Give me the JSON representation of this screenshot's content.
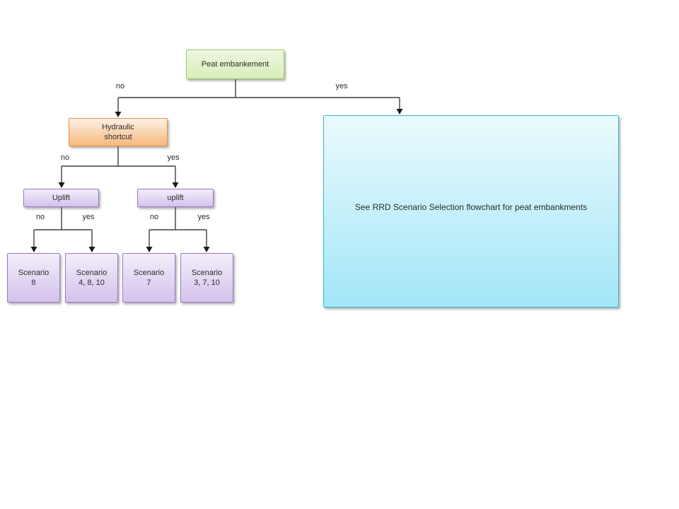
{
  "diagram": {
    "type": "decision-flowchart",
    "nodes": {
      "peat_embankment": {
        "label": "Peat embankement"
      },
      "hydraulic_shortcut": {
        "label": "Hydraulic\nshortcut"
      },
      "uplift_left": {
        "label": "Uplift"
      },
      "uplift_right": {
        "label": "uplift"
      },
      "scenario_8": {
        "label": "Scenario\n8"
      },
      "scenario_4_8_10": {
        "label": "Scenario\n4, 8, 10"
      },
      "scenario_7": {
        "label": "Scenario\n7"
      },
      "scenario_3_7_10": {
        "label": "Scenario\n3, 7, 10"
      },
      "see_rrd": {
        "label": "See RRD Scenario Selection flowchart for peat embankments"
      }
    },
    "edges": [
      {
        "from": "peat_embankment",
        "to": "hydraulic_shortcut",
        "label": "no"
      },
      {
        "from": "peat_embankment",
        "to": "see_rrd",
        "label": "yes"
      },
      {
        "from": "hydraulic_shortcut",
        "to": "uplift_left",
        "label": "no"
      },
      {
        "from": "hydraulic_shortcut",
        "to": "uplift_right",
        "label": "yes"
      },
      {
        "from": "uplift_left",
        "to": "scenario_8",
        "label": "no"
      },
      {
        "from": "uplift_left",
        "to": "scenario_4_8_10",
        "label": "yes"
      },
      {
        "from": "uplift_right",
        "to": "scenario_7",
        "label": "no"
      },
      {
        "from": "uplift_right",
        "to": "scenario_3_7_10",
        "label": "yes"
      }
    ],
    "edge_labels": {
      "peat_no": "no",
      "peat_yes": "yes",
      "hydraulic_no": "no",
      "hydraulic_yes": "yes",
      "uplift_left_no": "no",
      "uplift_left_yes": "yes",
      "uplift_right_no": "no",
      "uplift_right_yes": "yes"
    }
  },
  "colors": {
    "green_fill_top": "#edf7e1",
    "green_fill_bottom": "#d7eeb9",
    "green_border": "#a3c964",
    "orange_fill_top": "#fdf0e4",
    "orange_fill_bottom": "#f5b97c",
    "orange_border": "#e99046",
    "purple_fill_top": "#f3eefa",
    "purple_fill_bottom": "#d4c2ec",
    "purple_border": "#9878c5",
    "cyan_fill_top": "#eafafd",
    "cyan_fill_bottom": "#a3e6f8",
    "cyan_border": "#38b4d9",
    "line": "#3f3f3f",
    "arrow": "#1a1a1a",
    "text": "#2b2b2b"
  }
}
